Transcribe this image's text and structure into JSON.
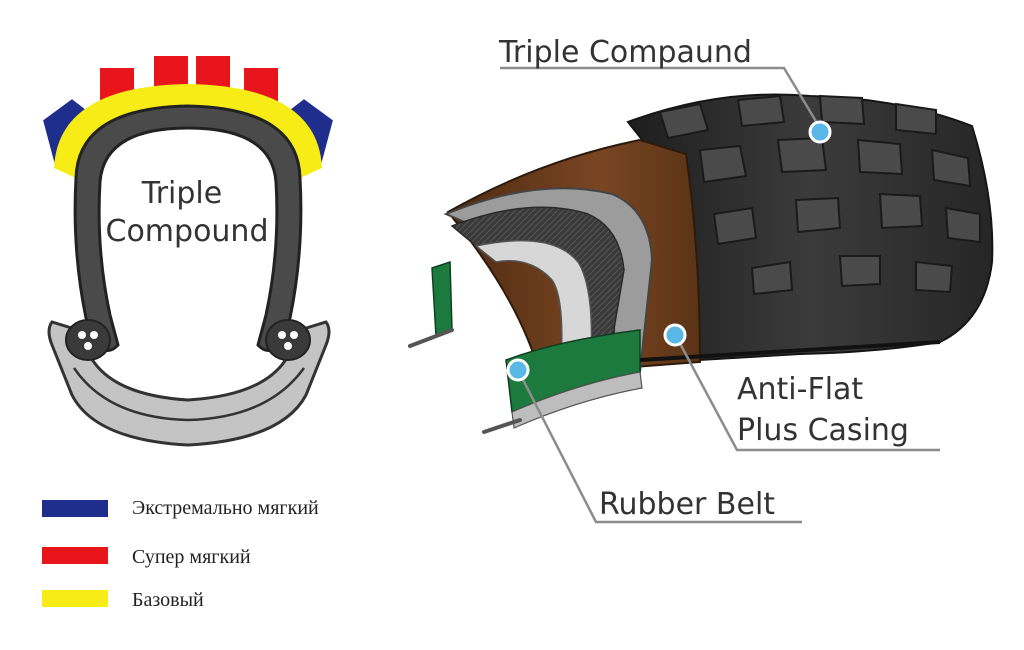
{
  "colors": {
    "extra_soft": "#1f2e8c",
    "super_soft": "#e8151b",
    "base": "#f7ec16",
    "casing": "#6b3d1c",
    "rubber_belt": "#1d7a3f",
    "marker": "#59b8e6",
    "tire_body": "#2f2f2f",
    "rim": "#bdbdbd"
  },
  "cross_section": {
    "label_line1": "Triple",
    "label_line2": "Compound"
  },
  "legend": [
    {
      "label": "Экстремально мягкий",
      "color_key": "extra_soft"
    },
    {
      "label": "Супер мягкий",
      "color_key": "super_soft"
    },
    {
      "label": "Базовый",
      "color_key": "base"
    }
  ],
  "callouts": {
    "triple_compound": "Triple Compaund",
    "casing_line1": "Anti-Flat",
    "casing_line2": "Plus Casing",
    "rubber_belt": "Rubber Belt"
  }
}
